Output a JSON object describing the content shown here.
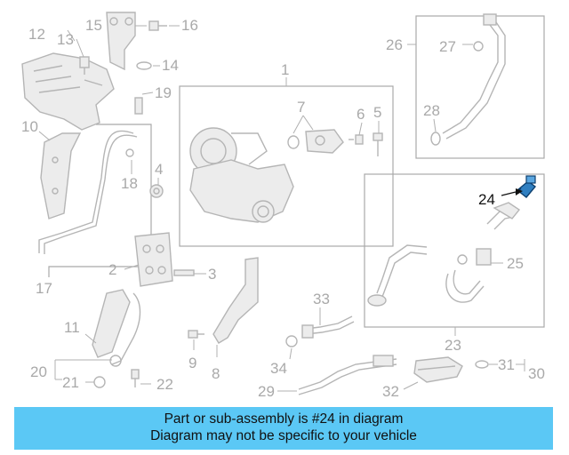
{
  "diagram": {
    "callouts": {
      "c1": "1",
      "c2": "2",
      "c3": "3",
      "c4": "4",
      "c5": "5",
      "c6": "6",
      "c7": "7",
      "c8": "8",
      "c9": "9",
      "c10": "10",
      "c11": "11",
      "c12": "12",
      "c13": "13",
      "c14": "14",
      "c15": "15",
      "c16": "16",
      "c17": "17",
      "c18": "18",
      "c19": "19",
      "c20": "20",
      "c21": "21",
      "c22": "22",
      "c23": "23",
      "c24": "24",
      "c25": "25",
      "c26": "26",
      "c27": "27",
      "c28": "28",
      "c29": "29",
      "c30": "30",
      "c31": "31",
      "c32": "32",
      "c33": "33",
      "c34": "34"
    },
    "highlighted_part": "24",
    "highlight_color": "#2f7fc1"
  },
  "banner": {
    "line1": "Part or sub-assembly is #24 in diagram",
    "line2": "Diagram may not be specific to your vehicle",
    "background": "#5bc8f5"
  }
}
